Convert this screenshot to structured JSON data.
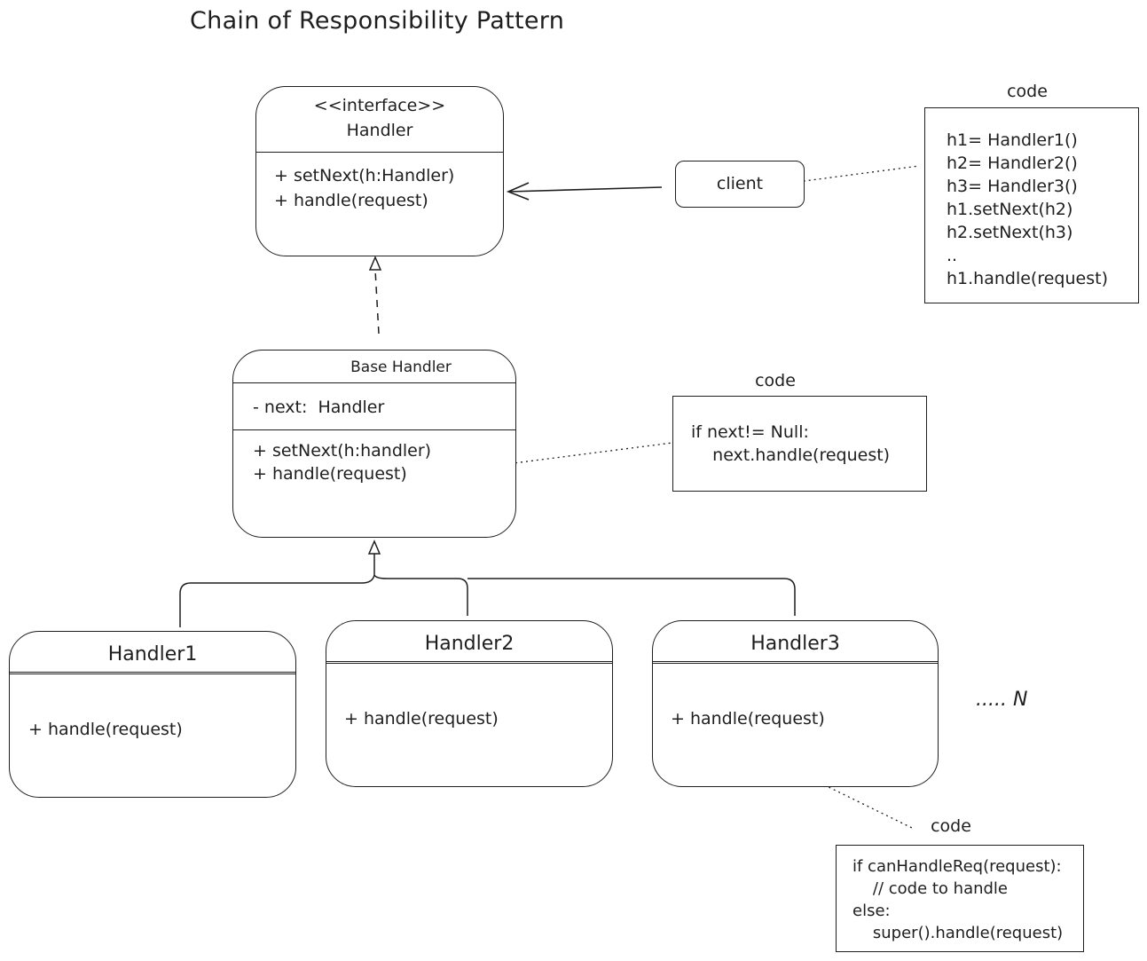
{
  "title": "Chain of Responsibility Pattern",
  "interface_box": {
    "stereotype": "<<interface>>",
    "name": "Handler",
    "methods": [
      "+ setNext(h:Handler)",
      "+ handle(request)"
    ]
  },
  "client": {
    "label": "client"
  },
  "client_code": {
    "label": "code",
    "lines": [
      "h1= Handler1()",
      "h2= Handler2()",
      "h3= Handler3()",
      "h1.setNext(h2)",
      "h2.setNext(h3)",
      "..",
      "h1.handle(request)"
    ]
  },
  "base_handler": {
    "name": "Base Handler",
    "field": "- next:  Handler",
    "methods": [
      "+ setNext(h:handler)",
      "+ handle(request)"
    ]
  },
  "base_code": {
    "label": "code",
    "lines": [
      "if next!= Null:",
      "    next.handle(request)"
    ]
  },
  "handlers": [
    {
      "name": "Handler1",
      "method": "+ handle(request)"
    },
    {
      "name": "Handler2",
      "method": "+ handle(request)"
    },
    {
      "name": "Handler3",
      "method": "+ handle(request)"
    }
  ],
  "more_label": "..... N",
  "handler3_code": {
    "label": "code",
    "lines": [
      "if canHandleReq(request):",
      "    // code to handle",
      "else:",
      "    super().handle(request)"
    ]
  }
}
